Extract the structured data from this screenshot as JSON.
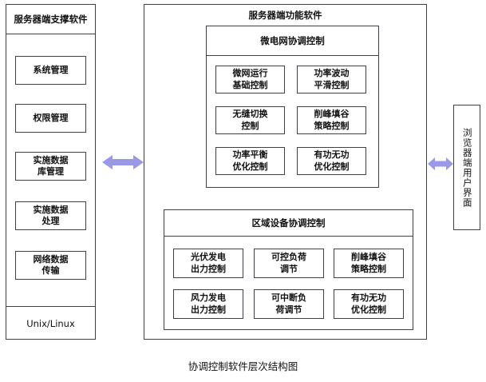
{
  "caption": "协调控制软件层次结构图",
  "colors": {
    "arrow": "#9999e8",
    "border": "#3f3f46",
    "background": "#ffffff"
  },
  "left_panel": {
    "title": "服务器端支撑软件",
    "footer": "Unix/Linux",
    "items": [
      {
        "label": "系统管理"
      },
      {
        "label": "权限管理"
      },
      {
        "label": "实施数据\n库管理"
      },
      {
        "label": "实施数据\n处理"
      },
      {
        "label": "网络数据\n传输"
      }
    ]
  },
  "center_panel": {
    "title": "服务器端功能软件",
    "micro_grid": {
      "title": "微电网协调控制",
      "cells": [
        {
          "label": "微网运行\n基础控制"
        },
        {
          "label": "功率波动\n平滑控制"
        },
        {
          "label": "无缝切换\n控制"
        },
        {
          "label": "削峰填谷\n策略控制"
        },
        {
          "label": "功率平衡\n优化控制"
        },
        {
          "label": "有功无功\n优化控制"
        }
      ]
    },
    "region_devices": {
      "title": "区域设备协调控制",
      "cells": [
        {
          "label": "光伏发电\n出力控制"
        },
        {
          "label": "可控负荷\n调节"
        },
        {
          "label": "削峰填谷\n策略控制"
        },
        {
          "label": "风力发电\n出力控制"
        },
        {
          "label": "可中断负\n荷调节"
        },
        {
          "label": "有功无功\n优化控制"
        }
      ]
    }
  },
  "right_panel": {
    "title": "浏览器端用户界面"
  },
  "connectors": [
    {
      "name": "left-center-arrow",
      "type": "double-arrow"
    },
    {
      "name": "center-right-arrow",
      "type": "double-arrow"
    }
  ]
}
